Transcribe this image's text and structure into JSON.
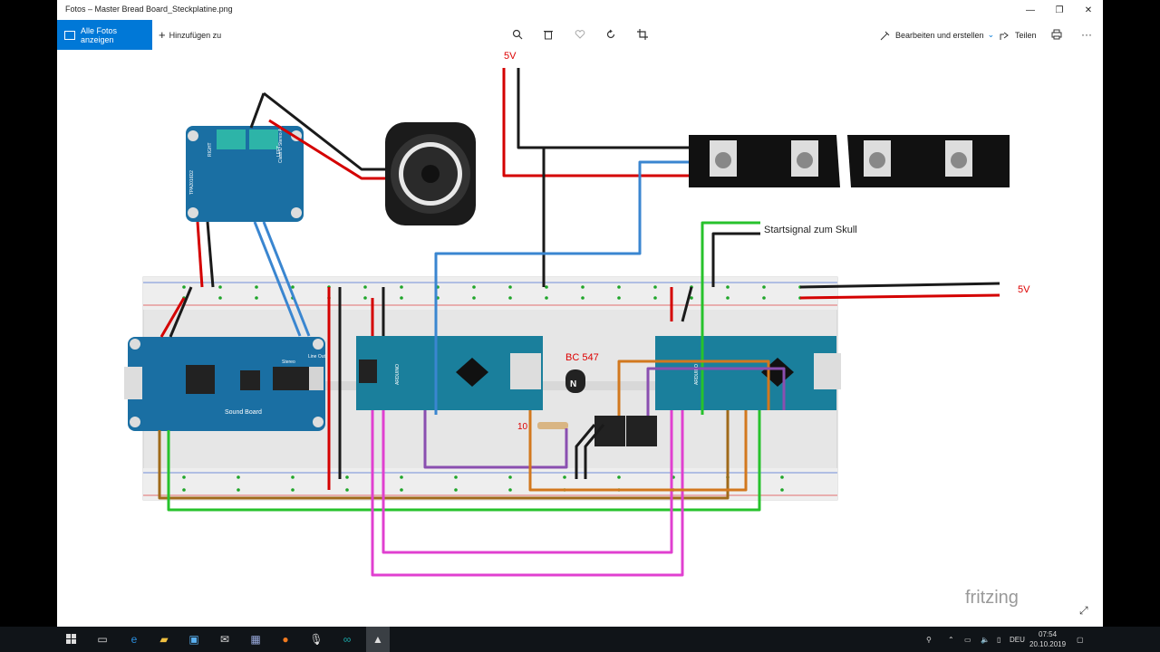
{
  "window": {
    "title": "Fotos – Master Bread Board_Steckplatine.png",
    "minimize": "—",
    "maximize": "❐",
    "close": "✕"
  },
  "toolbar": {
    "all_photos": "Alle Fotos anzeigen",
    "add": "Hinzufügen zu",
    "add_icon": "+",
    "edit_create": "Bearbeiten und erstellen",
    "share": "Teilen",
    "more": "···",
    "icons": {
      "zoom": "zoom-in-icon",
      "delete": "trash-icon",
      "favorite": "heart-icon",
      "rotate": "rotate-icon",
      "crop": "crop-icon",
      "print": "print-icon"
    }
  },
  "diagram": {
    "label_5v_top": "5V",
    "label_5v_right": "5V",
    "label_start": "Startsignal zum Skull",
    "label_transistor": "BC 547",
    "label_transistor_n": "N",
    "label_resistor": "10",
    "label_soundboard": "Sound Board",
    "label_lineout": "Line Out",
    "label_stereo": "Stereo",
    "label_amp": "Class D Stereo Audio Amp",
    "label_amp_left": "LEFT",
    "label_amp_right": "RIGHT",
    "label_amp_chip": "TPA2016D2",
    "label_arduino": "ARDUINO",
    "watermark": "fritzing",
    "colors": {
      "red": "#d40000",
      "black": "#1a1a1a",
      "blue": "#3a86d0",
      "green": "#27c22c",
      "magenta": "#e040d0",
      "orange": "#d2781e",
      "brown": "#a06a1a",
      "purple": "#8a4fb0",
      "teal": "#1c7f9e",
      "board": "#e8e8e8"
    }
  },
  "taskbar": {
    "lang": "DEU",
    "time": "07:54",
    "date": "20.10.2019"
  }
}
